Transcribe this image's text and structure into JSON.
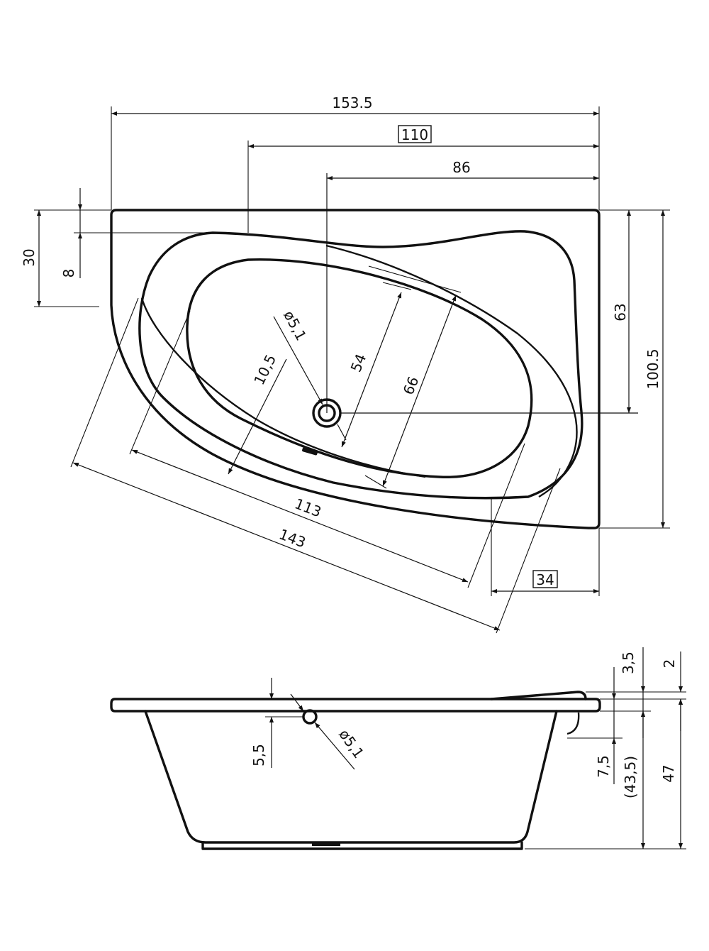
{
  "plan_view": {
    "overall_width": "153.5",
    "width_boxed": "110",
    "drain_to_edge": "86",
    "top_offset": "30",
    "rim_offset": "8",
    "drain_depth_from_top": "63",
    "overall_depth": "100.5",
    "drain_diameter": "ø5,1",
    "seat_width": "10,5",
    "inner_width": "54",
    "outer_width": "66",
    "inner_length": "113",
    "outer_length": "143",
    "corner_offset_boxed": "34"
  },
  "side_view": {
    "rim_thickness_a": "3,5",
    "rim_thickness_b": "2",
    "overflow_drop": "5,5",
    "overflow_diameter": "ø5,1",
    "overflow_height": "7,5",
    "inner_depth": "(43,5)",
    "total_height": "47"
  }
}
